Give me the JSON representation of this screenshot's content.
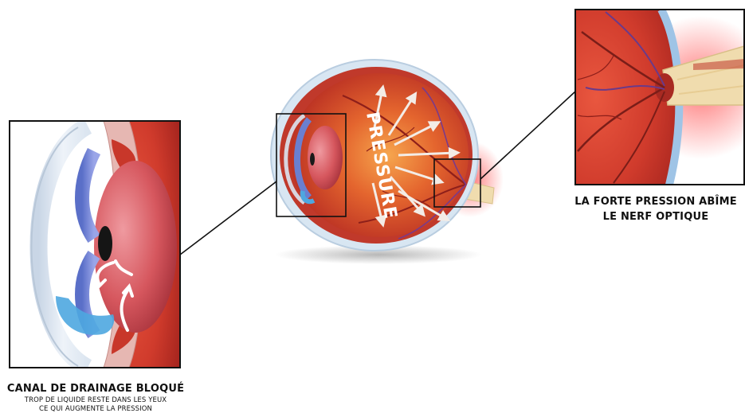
{
  "pressure_label": "PRESSURE",
  "left_panel": {
    "title": "CANAL DE DRAINAGE BLOQUÉ",
    "line1": "TROP DE LIQUIDE RESTE DANS LES YEUX",
    "line2": "CE QUI AUGMENTE LA PRESSION"
  },
  "right_panel": {
    "line1": "LA FORTE PRESSION ABÎME",
    "line2": "LE NERF OPTIQUE"
  },
  "colors": {
    "frame": "#111111",
    "sclera": "#cfe0ee",
    "retina": "#c8372a",
    "lens": "#d9585f",
    "iris": "#7c8ad8",
    "cornea": "#dfe8f2",
    "optic_nerve": "#f0dcae",
    "blockage": "#4ea7e0"
  }
}
